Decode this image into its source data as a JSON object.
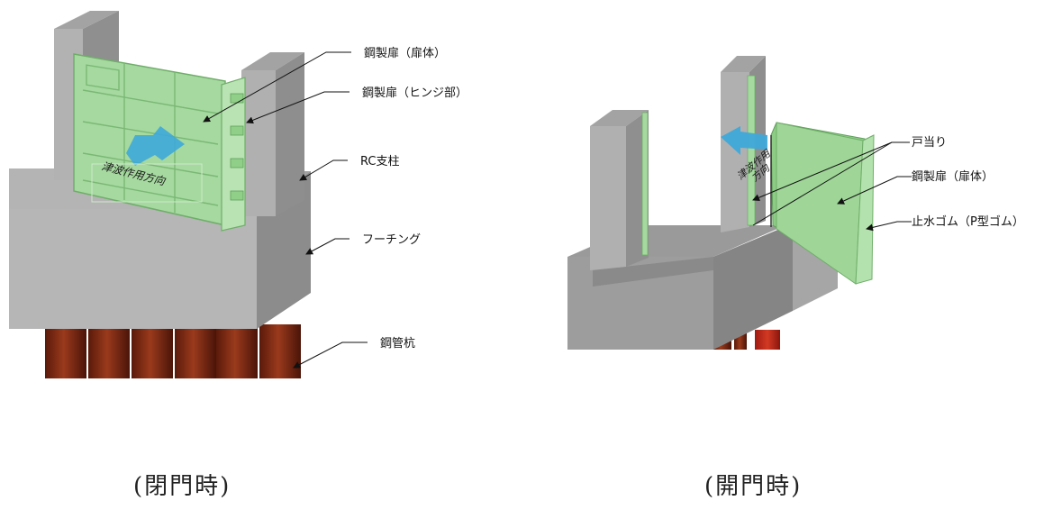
{
  "left_figure": {
    "caption": "(閉門時)",
    "labels": {
      "door_body": "鋼製扉（扉体）",
      "door_hinge": "鋼製扉（ヒンジ部）",
      "rc_pillar": "RC支柱",
      "footing": "フーチング",
      "steel_pile": "鋼管杭"
    },
    "arrow_text": "津波作用方向"
  },
  "right_figure": {
    "caption": "(開門時)",
    "labels": {
      "door_stop": "戸当り",
      "door_body": "鋼製扉（扉体）",
      "water_seal": "止水ゴム（P型ゴム）"
    },
    "arrow_text_line1": "津波作用",
    "arrow_text_line2": "方向"
  },
  "colors": {
    "concrete_front": "#b4b4b4",
    "concrete_side": "#8e8e8e",
    "concrete_top": "#9e9e9e",
    "door_green": "#a6d9a0",
    "door_line": "#7ab874",
    "pile_red": "#8a2d16",
    "arrow_blue": "#3fa9d9"
  }
}
